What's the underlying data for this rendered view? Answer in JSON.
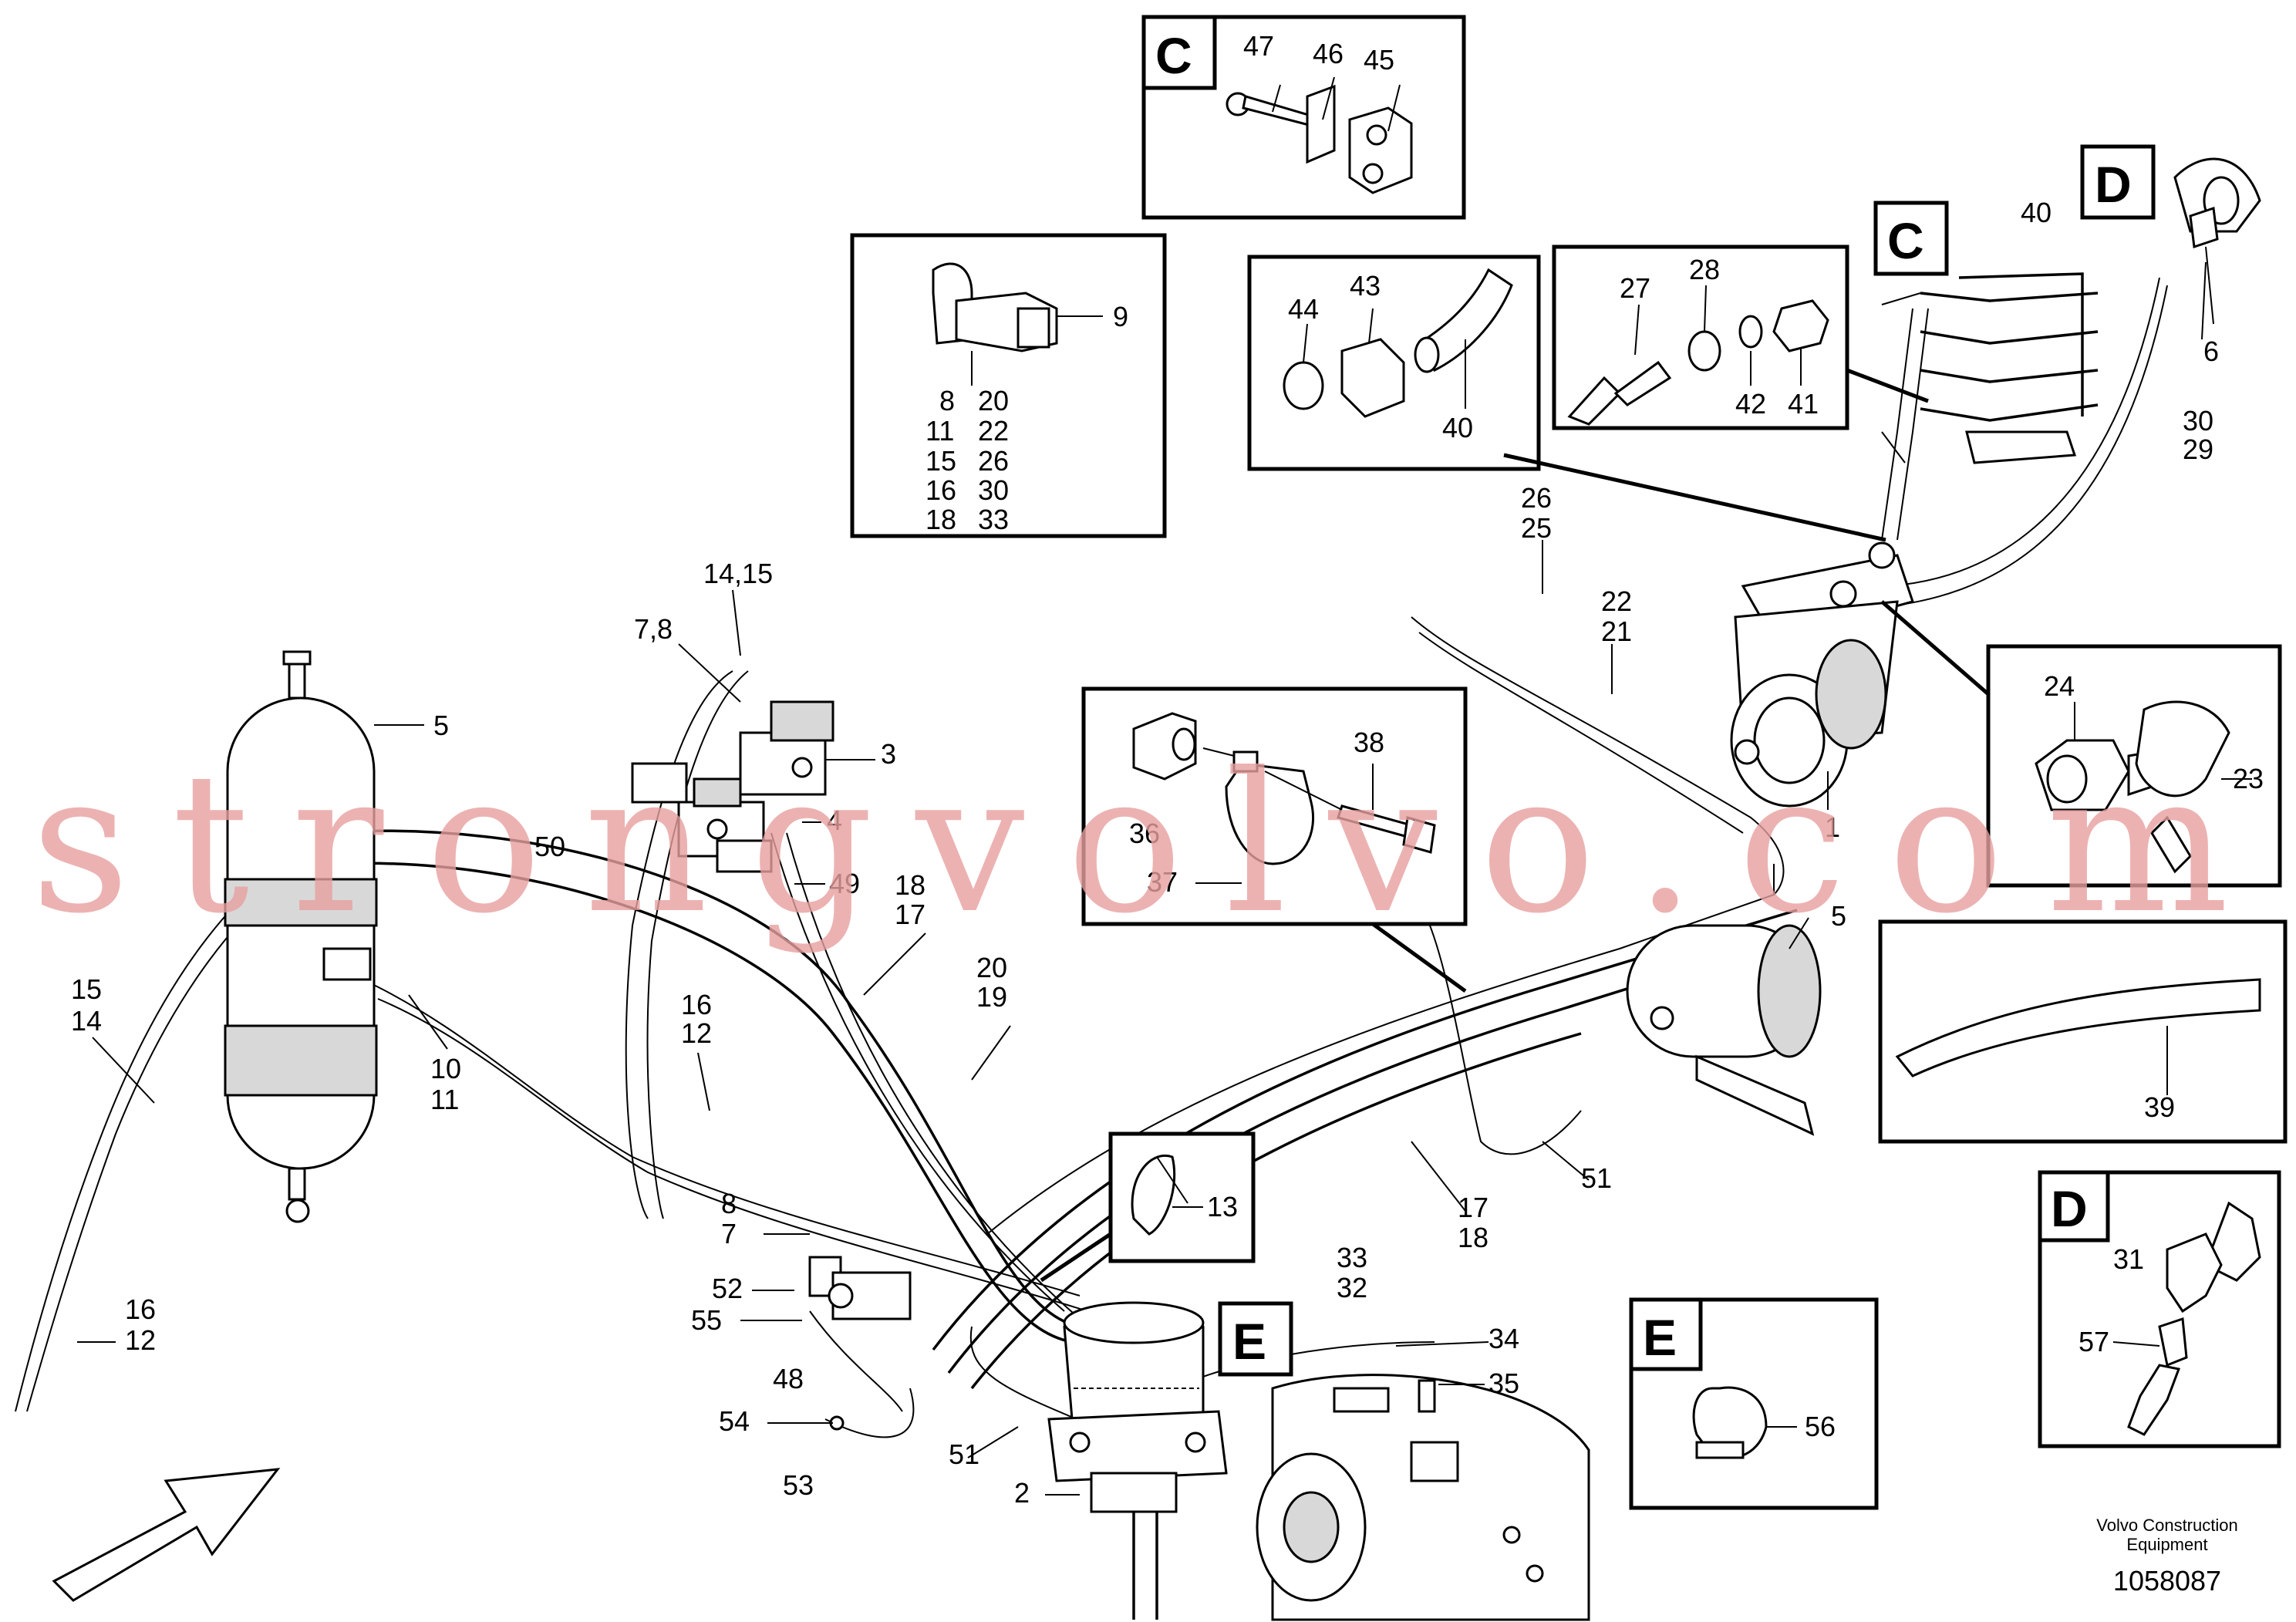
{
  "labels": {
    "callouts": [
      "47",
      "46",
      "45",
      "9",
      "8",
      "20",
      "11",
      "22",
      "15",
      "26",
      "16",
      "30",
      "18",
      "33",
      "44",
      "43",
      "40",
      "27",
      "28",
      "42",
      "41",
      "40",
      "6",
      "30",
      "29",
      "26",
      "25",
      "22",
      "21",
      "24",
      "23",
      "1",
      "38",
      "36",
      "37",
      "5",
      "39",
      "14,15",
      "7,8",
      "3",
      "4",
      "49",
      "50",
      "5",
      "18",
      "17",
      "20",
      "19",
      "16",
      "12",
      "10",
      "11",
      "15",
      "14",
      "16",
      "12",
      "8",
      "7",
      "13",
      "17",
      "18",
      "51",
      "52",
      "55",
      "48",
      "54",
      "53",
      "51",
      "2",
      "33",
      "32",
      "34",
      "35",
      "56",
      "31",
      "57"
    ],
    "detail_letters": [
      "C",
      "C",
      "D",
      "D",
      "E",
      "E"
    ]
  },
  "watermark": "strongvolvo.com",
  "footer": {
    "company_line1": "Volvo Construction",
    "company_line2": "Equipment",
    "drawing_number": "1058087"
  }
}
